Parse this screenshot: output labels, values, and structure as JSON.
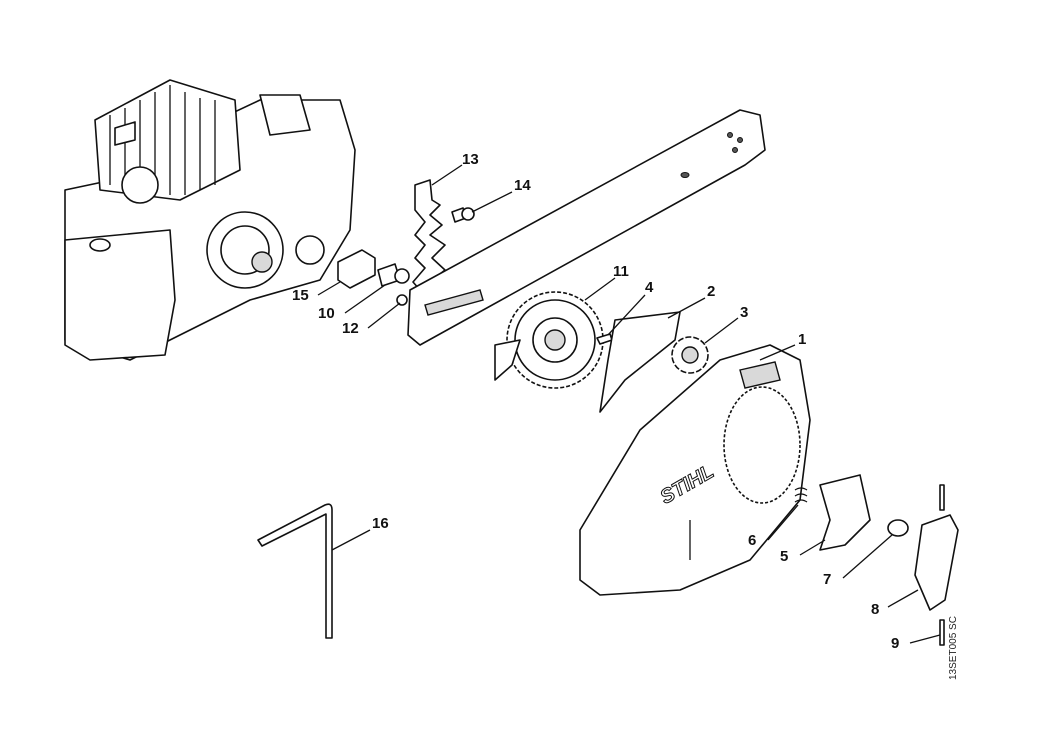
{
  "diagram": {
    "title": "Chain sprocket cover parts diagram",
    "drawing_code": "13SET005 SC",
    "brand_mark": "STIHL",
    "callouts": [
      {
        "id": "1",
        "label": "1"
      },
      {
        "id": "2",
        "label": "2"
      },
      {
        "id": "3",
        "label": "3"
      },
      {
        "id": "4",
        "label": "4"
      },
      {
        "id": "5",
        "label": "5"
      },
      {
        "id": "6",
        "label": "6"
      },
      {
        "id": "7",
        "label": "7"
      },
      {
        "id": "8",
        "label": "8"
      },
      {
        "id": "9",
        "label": "9"
      },
      {
        "id": "10",
        "label": "10"
      },
      {
        "id": "11",
        "label": "11"
      },
      {
        "id": "12",
        "label": "12"
      },
      {
        "id": "13",
        "label": "13"
      },
      {
        "id": "14",
        "label": "14"
      },
      {
        "id": "15",
        "label": "15"
      },
      {
        "id": "16",
        "label": "16"
      }
    ]
  }
}
